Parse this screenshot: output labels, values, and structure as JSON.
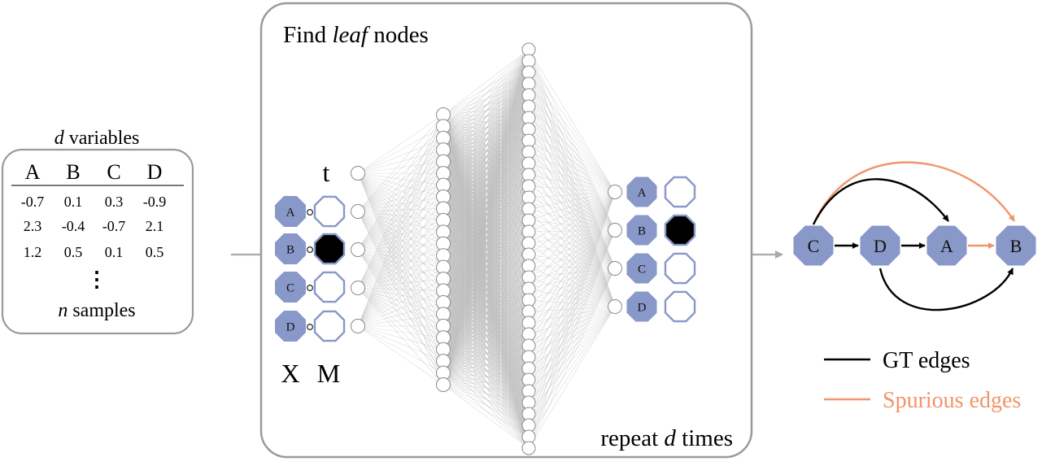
{
  "colors": {
    "node_fill": "#8898c8",
    "node_stroke": "#8898c8",
    "gt_edge": "#000000",
    "spurious_edge": "#f0956a",
    "box_stroke": "#9a9a9a",
    "mlp_line": "#bdbdbd",
    "arrow_gray": "#aaaaaa"
  },
  "data_table": {
    "header_prefix": "d",
    "header_suffix": " variables",
    "columns": [
      "A",
      "B",
      "C",
      "D"
    ],
    "rows": [
      [
        "-0.7",
        "0.1",
        "0.3",
        "-0.9"
      ],
      [
        "2.3",
        "-0.4",
        "-0.7",
        "2.1"
      ],
      [
        "1.2",
        "0.5",
        "0.1",
        "0.5"
      ]
    ],
    "ellipsis": "⋮",
    "footer_prefix": "n",
    "footer_suffix": " samples"
  },
  "panel": {
    "title_prefix": "Find ",
    "title_italic": "leaf",
    "title_suffix": " nodes",
    "t_label": "t",
    "x_label": "X",
    "m_label": "M",
    "repeat_prefix": "repeat ",
    "repeat_italic": "d",
    "repeat_suffix": " times",
    "input_nodes": [
      {
        "label": "A",
        "mask": false
      },
      {
        "label": "B",
        "mask": true
      },
      {
        "label": "C",
        "mask": false
      },
      {
        "label": "D",
        "mask": false
      }
    ],
    "output_nodes": [
      {
        "label": "A",
        "leaf": false
      },
      {
        "label": "B",
        "leaf": true
      },
      {
        "label": "C",
        "leaf": false
      },
      {
        "label": "D",
        "leaf": false
      }
    ],
    "mlp_layers": [
      5,
      24,
      36,
      4
    ]
  },
  "graph": {
    "nodes": [
      "C",
      "D",
      "A",
      "B"
    ],
    "gt_edges": [
      [
        "C",
        "D"
      ],
      [
        "D",
        "A"
      ],
      [
        "C",
        "A"
      ],
      [
        "D",
        "B"
      ]
    ],
    "spurious_edges": [
      [
        "A",
        "B"
      ],
      [
        "C",
        "B"
      ]
    ]
  },
  "legend": {
    "gt_label": "GT edges",
    "spurious_label": "Spurious edges"
  }
}
